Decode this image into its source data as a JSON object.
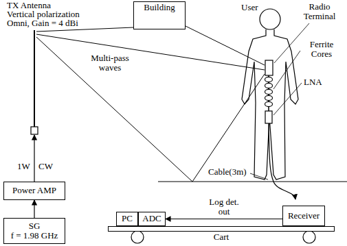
{
  "diagram": {
    "nodes": [
      {
        "text": [
          "Building"
        ]
      },
      {
        "text": [
          "Power AMP"
        ]
      },
      {
        "text": [
          "SG",
          "f = 1.98 GHz"
        ]
      },
      {
        "text": [
          "Cart"
        ]
      },
      {
        "text": [
          "PC"
        ],
        "in": 3
      },
      {
        "text": [
          "ADC"
        ],
        "in": 3
      },
      {
        "text": [
          "Receiver"
        ],
        "in": 3
      }
    ],
    "edges": [
      {
        "from": 2,
        "to": 1,
        "arrow": "to"
      },
      {
        "from": 6,
        "to": 5,
        "arrow": "to",
        "label": "Log det. out"
      }
    ],
    "labels": [
      "TX Antenna",
      "Vertical polarization",
      "Omni, Gain = 4 dBi",
      "1W",
      "CW",
      "Multi-pass waves",
      "User",
      "Radio Terminal",
      "Ferrite Cores",
      "LNA",
      "Cable(3m)"
    ]
  }
}
